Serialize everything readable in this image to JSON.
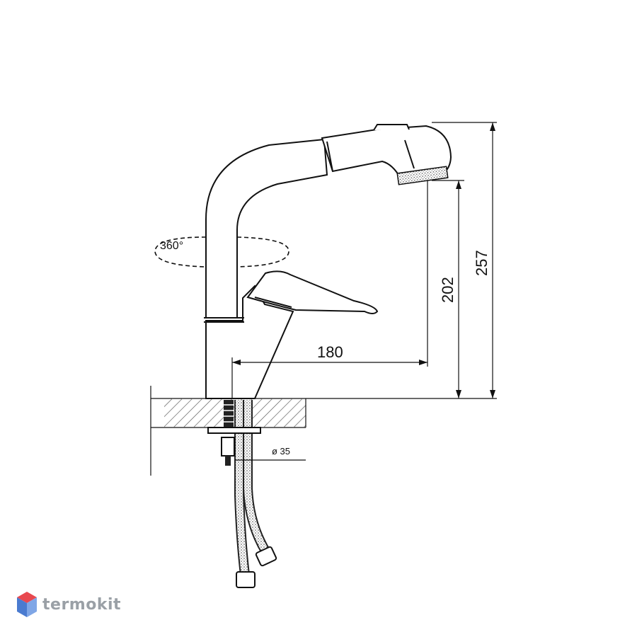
{
  "dimensions": {
    "spout_reach": "180",
    "spout_height": "202",
    "total_height": "257",
    "mount_hole": "ø 35",
    "rotation": "360°"
  },
  "watermark": {
    "text": "termokit",
    "colors": {
      "top": "#e8484f",
      "left": "#4a7bd0",
      "right": "#7fa6e6"
    }
  },
  "colors": {
    "line": "#111111",
    "background": "#ffffff",
    "watermark_text": "#9aa0a6"
  }
}
